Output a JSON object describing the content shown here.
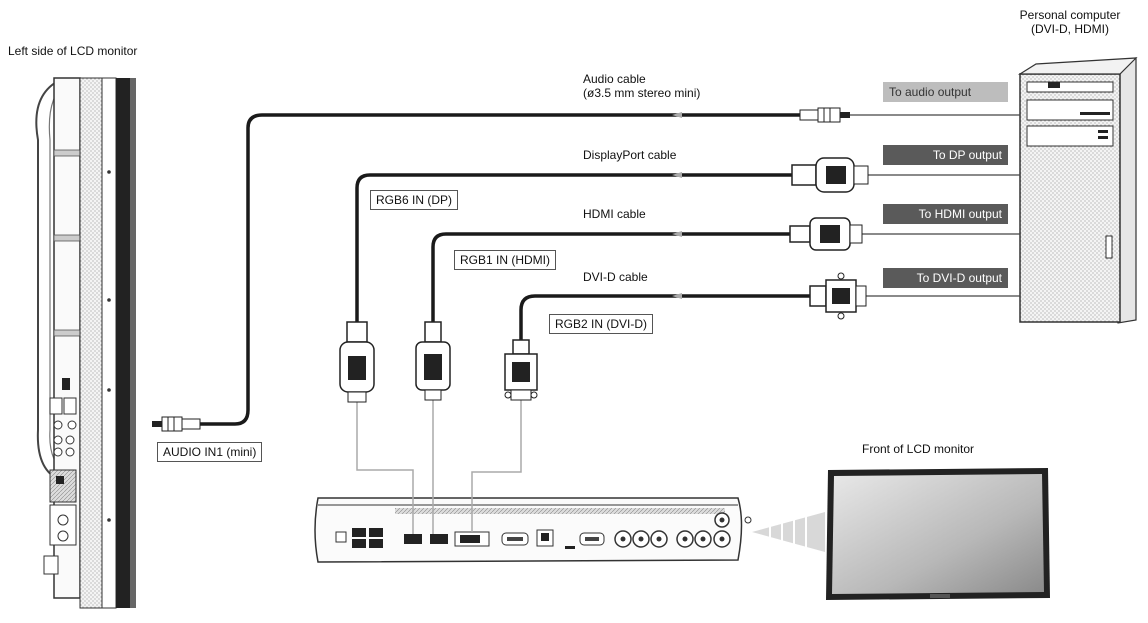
{
  "headings": {
    "left_side": "Left side of LCD monitor",
    "pc": [
      "Personal computer",
      "(DVI-D, HDMI)"
    ],
    "front": "Front of LCD monitor"
  },
  "cables": {
    "audio": [
      "Audio cable",
      "(ø3.5 mm stereo mini)"
    ],
    "displayport": "DisplayPort cable",
    "hdmi": "HDMI cable",
    "dvi": "DVI-D cable"
  },
  "inputs": {
    "audio_in": "AUDIO IN1 (mini)",
    "rgb6": "RGB6 IN (DP)",
    "rgb1": "RGB1 IN (HDMI)",
    "rgb2": "RGB2 IN (DVI-D)"
  },
  "outputs": {
    "audio": "To audio output",
    "dp": "To DP output",
    "hdmi": "To HDMI output",
    "dvi": "To DVI-D output"
  },
  "colors": {
    "output_tag_light": "#bdbdbd",
    "output_tag_dark": "#5a5a5a",
    "cable": "#1a1a1a",
    "leader": "#aaaaaa"
  },
  "icons": [
    "lcd-monitor-side",
    "personal-computer",
    "lcd-monitor-front",
    "input-terminal-panel",
    "audio-plug-icon",
    "displayport-plug-icon",
    "hdmi-plug-icon",
    "dvi-plug-icon"
  ]
}
